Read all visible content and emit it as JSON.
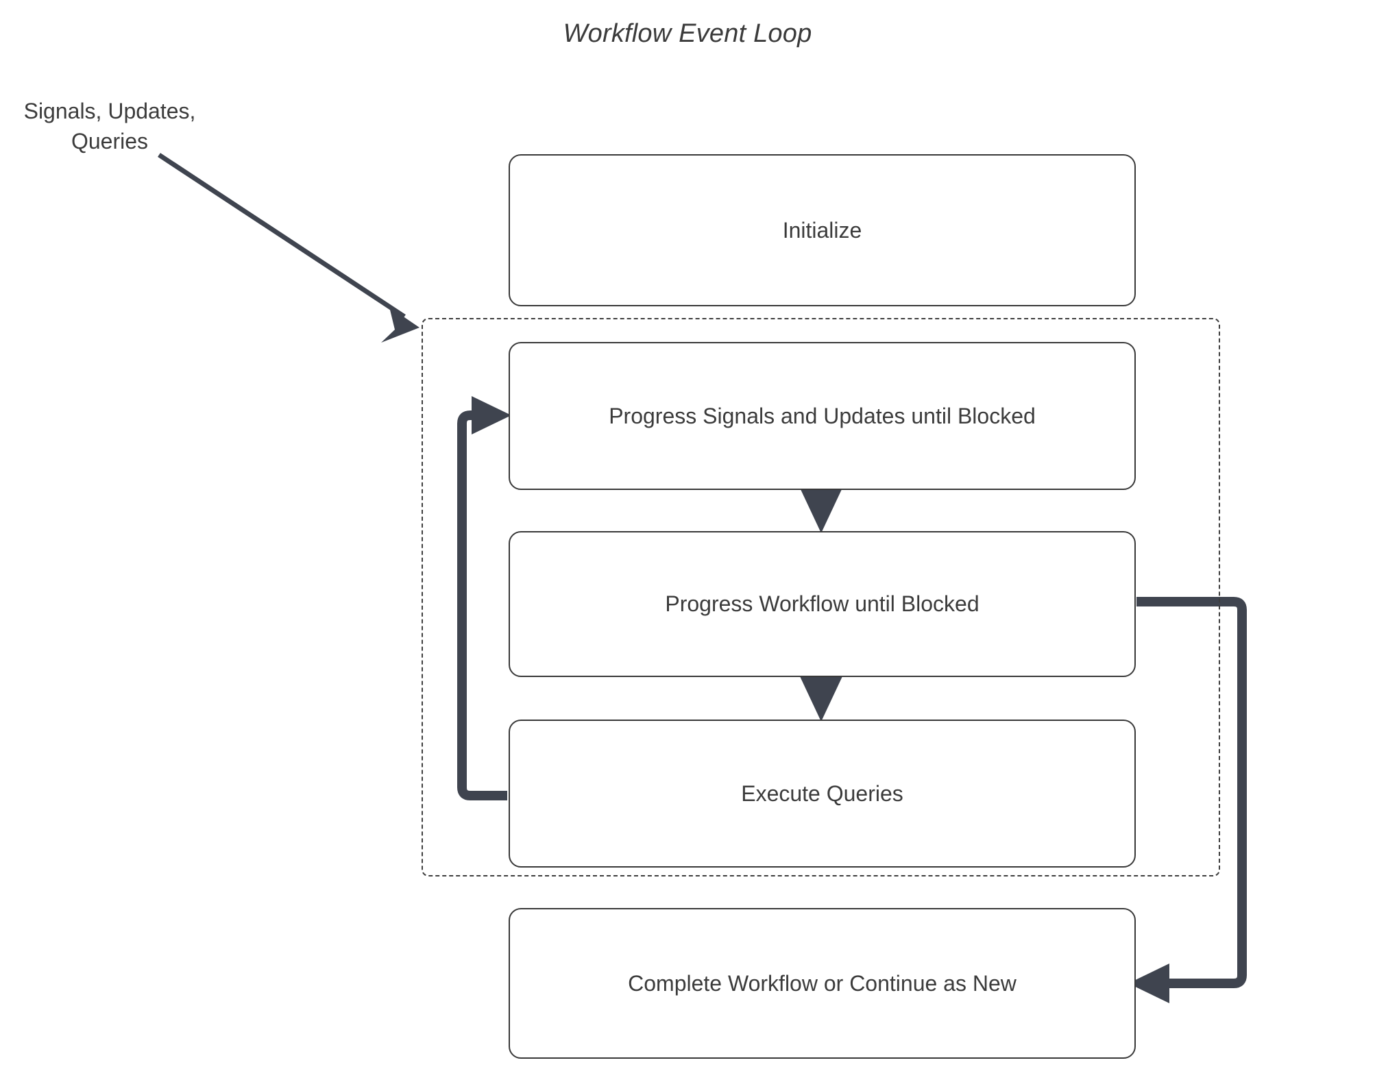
{
  "diagram": {
    "title": "Workflow Event Loop",
    "type": "flowchart",
    "background_color": "#ffffff",
    "node_border_color": "#383838",
    "text_color": "#3b3b3b",
    "connector_color": "#3f444f",
    "group_border_color": "#3d3d3d",
    "external_label": "Signals, Updates,\nQueries",
    "nodes": [
      {
        "id": "initialize",
        "label": "Initialize"
      },
      {
        "id": "progress-signals",
        "label": "Progress Signals and Updates until Blocked"
      },
      {
        "id": "progress-workflow",
        "label": "Progress Workflow until Blocked"
      },
      {
        "id": "execute-queries",
        "label": "Execute Queries"
      },
      {
        "id": "complete-workflow",
        "label": "Complete Workflow or Continue as New"
      }
    ],
    "group": {
      "id": "event-loop-group",
      "label": "",
      "style": "dashed"
    },
    "edges": [
      {
        "from": "external-input",
        "to": "event-loop-group",
        "style": "solid-arrow"
      },
      {
        "from": "progress-signals",
        "to": "progress-workflow",
        "style": "solid-arrow"
      },
      {
        "from": "progress-workflow",
        "to": "execute-queries",
        "style": "solid-arrow"
      },
      {
        "from": "execute-queries",
        "to": "progress-signals",
        "style": "thick-loopback-arrow"
      },
      {
        "from": "progress-workflow",
        "to": "complete-workflow",
        "style": "thick-exit-arrow"
      }
    ]
  }
}
